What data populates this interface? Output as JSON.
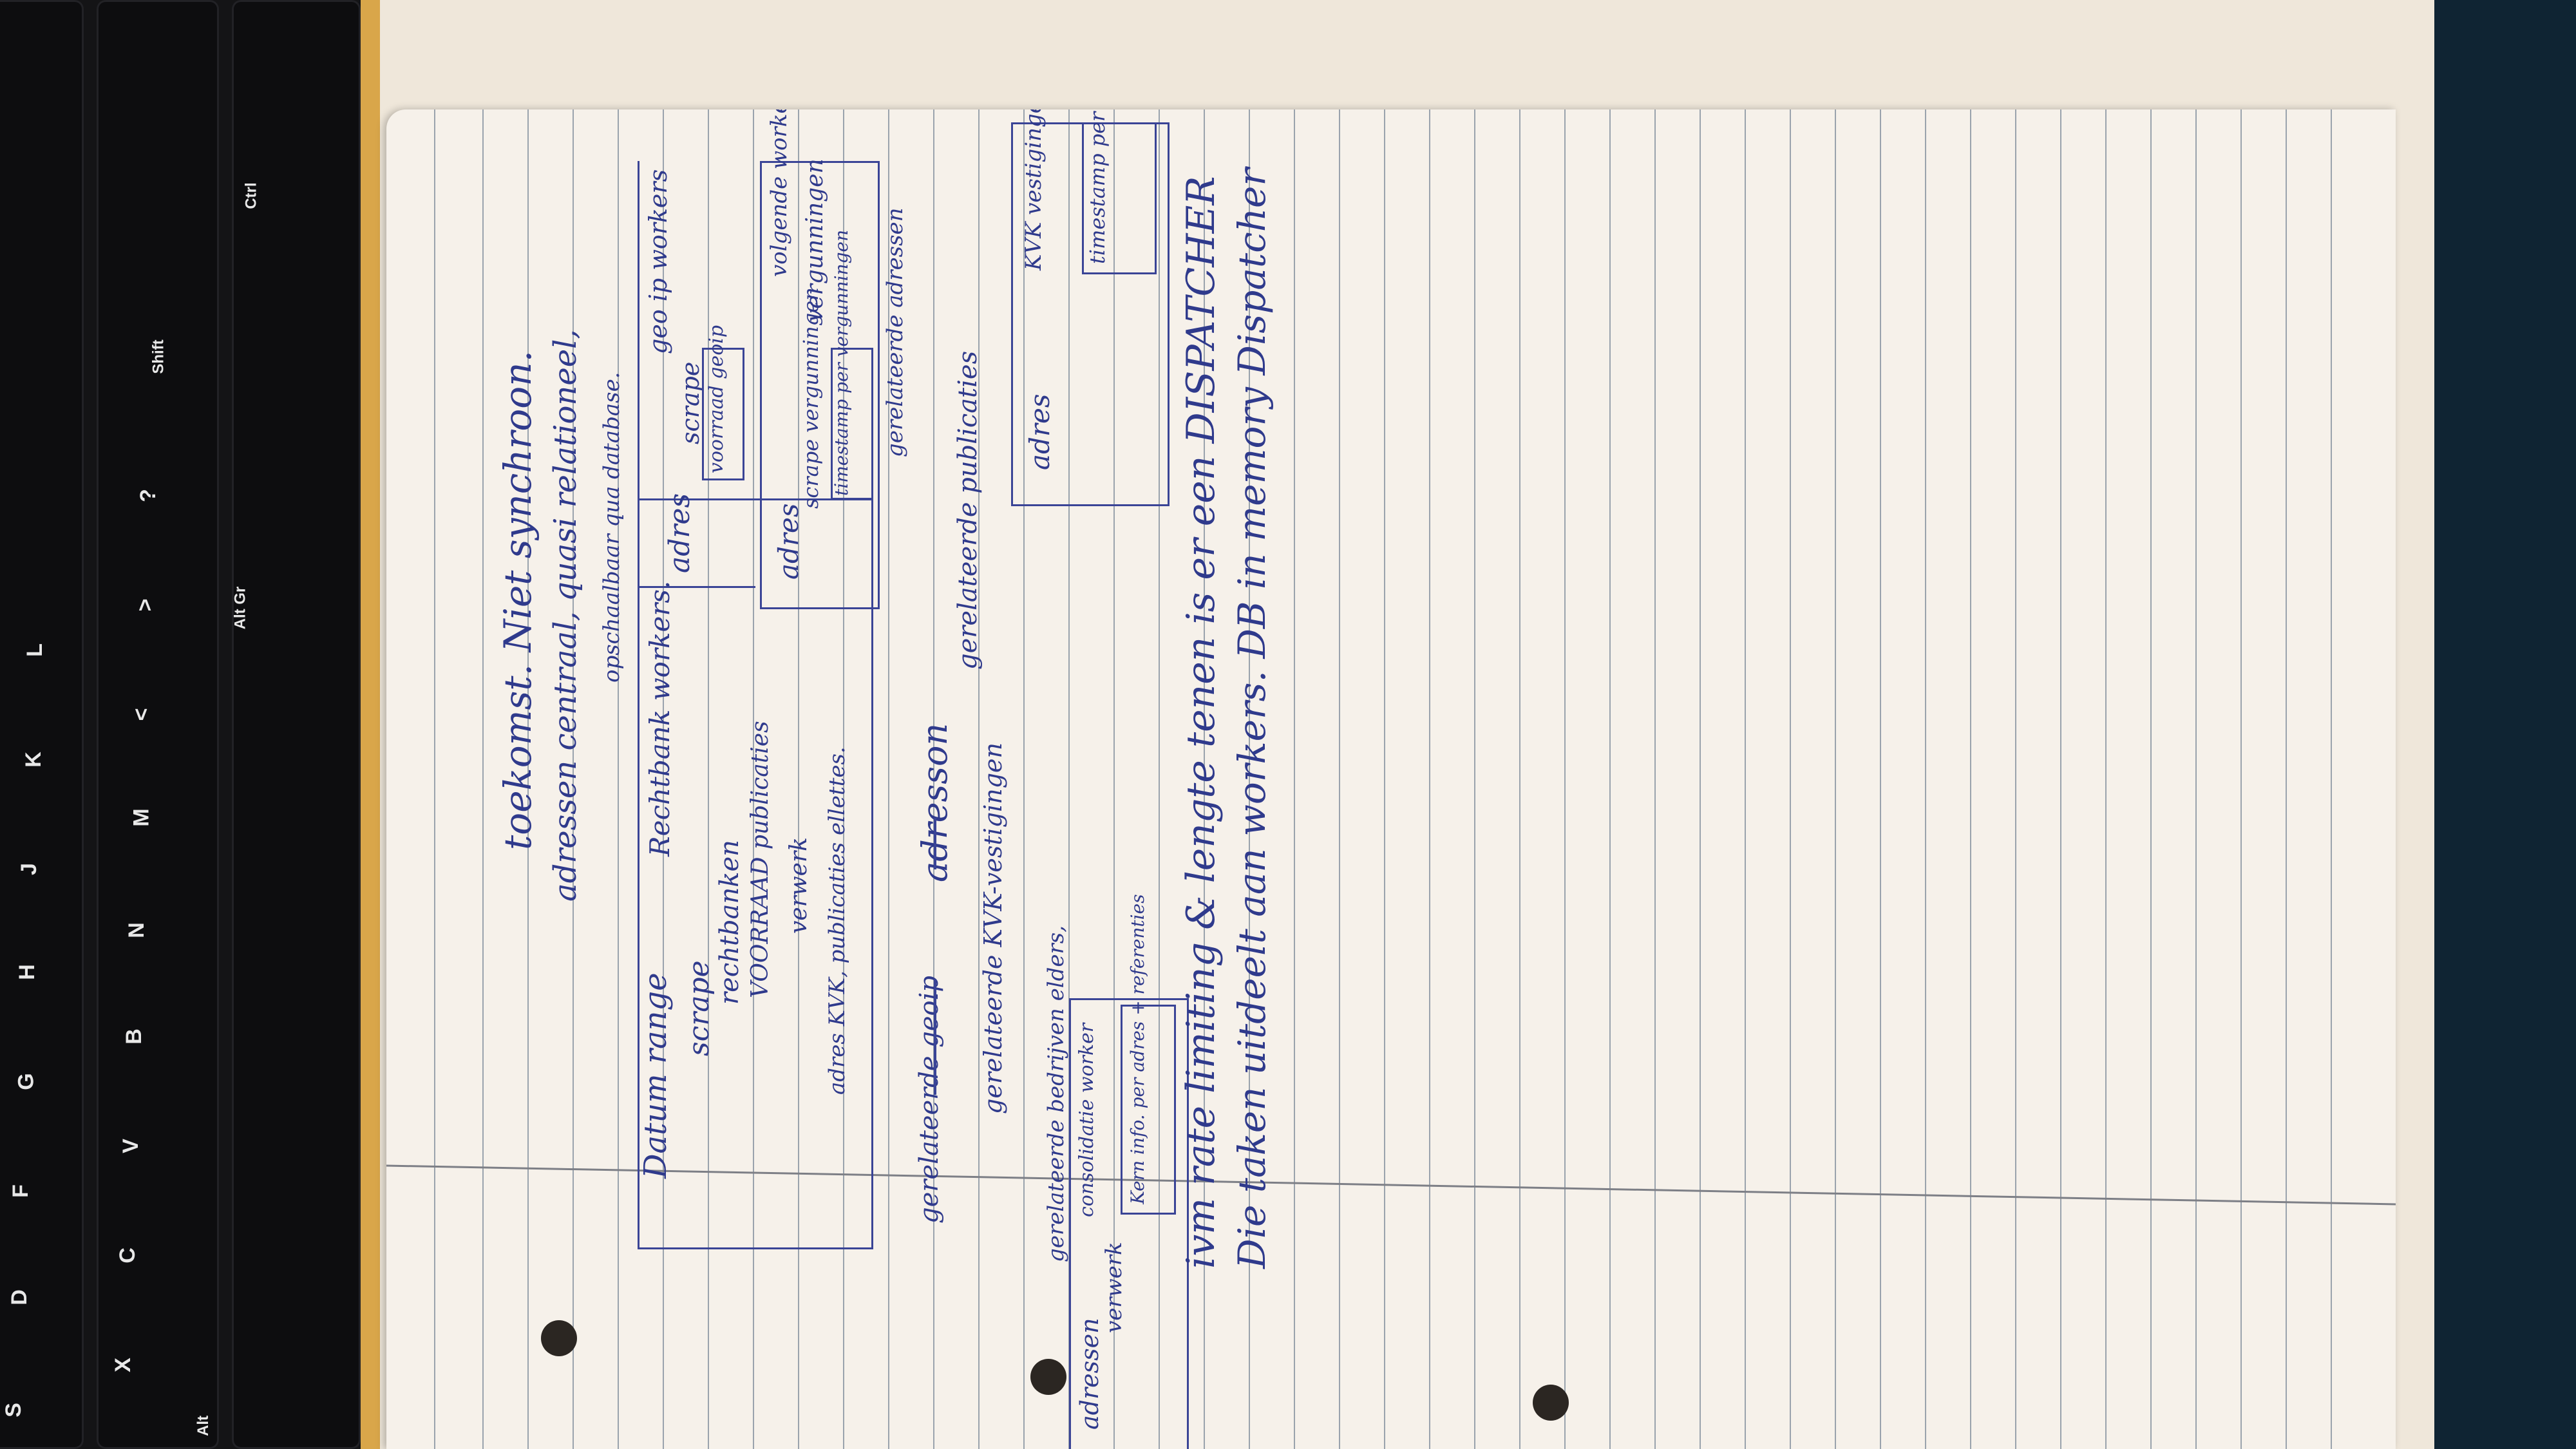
{
  "keyboard": {
    "keys": [
      "S",
      "D",
      "F",
      "G",
      "H",
      "J",
      "K",
      "L",
      "X",
      "C",
      "V",
      "B",
      "N",
      "M",
      "<",
      ">",
      "?",
      "Alt",
      "Alt Gr",
      "Shift",
      "Ctrl"
    ]
  },
  "note": {
    "title": "toekomst. Niet synchroon.",
    "line2": "adressen centraal, quasi relationeel,",
    "line3": "opschaalbaar qua database.",
    "geoip_workers": "geo ip workers",
    "date_range": "Datum range",
    "rechtbank_workers": "Rechtbank workers.",
    "scrape": "scrape",
    "rechtbanken": "rechtbanken",
    "voorraad_publicaties": "VOORRAAD publicaties",
    "verwerk": "verwerk",
    "adres_kvk": "adres KVK, publicaties ellettes.",
    "adres_1": "adres",
    "scrape_2": "scrape",
    "voorraad_geoip": "voorraad geoip",
    "volgende_worker": "volgende worker",
    "vergunningen": "vergunningen",
    "adres_2": "adres",
    "scrape_vergunningen": "scrape vergunningen",
    "timestamp_vergunningen": "timestamp per vergunningen",
    "gerelateerde_adressen": "gerelateerde adressen",
    "adresson": "adresson",
    "gerelateerde_geoip": "gerelateerde geoip",
    "gerelateerde_publicaties": "gerelateerde publicaties",
    "gerelateerde_kvk": "gerelateerde KVK-vestigingen",
    "gerelateerde_bedrijven": "gerelateerde bedrijven elders,",
    "kvk_worker": "KVK vestigingen worker.",
    "adres_3": "adres",
    "timestamp_vestigingen": "timestamp per vestigingen",
    "consolidatie_worker": "consolidatie worker",
    "adressen": "adressen",
    "verwerk_2": "verwerk",
    "kern_info": "Kern info. per adres + referenties",
    "footer1": "ivm rate limiting & lengte tenen is er een DISPATCHER",
    "footer2": "Die taken uitdeelt aan workers. DB in memory Dispatcher"
  }
}
